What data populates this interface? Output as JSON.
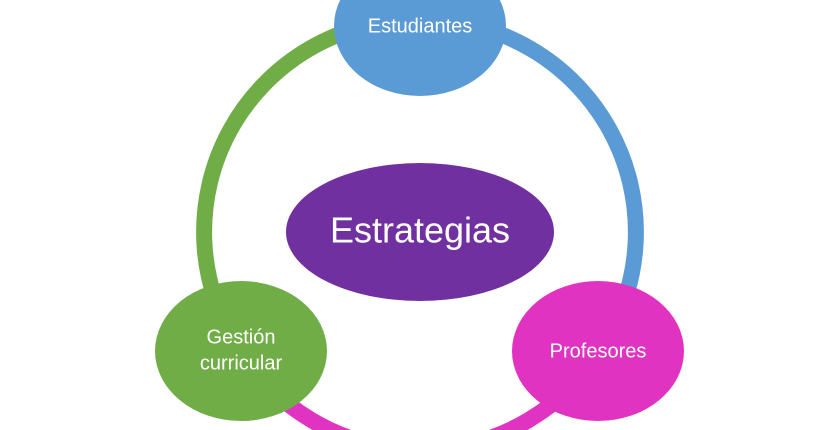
{
  "diagram": {
    "center": {
      "label": "Estrategias",
      "color": "#7030a0"
    },
    "nodes": [
      {
        "id": "estudiantes",
        "lines": [
          "Estudiantes"
        ],
        "color": "#5b9bd5"
      },
      {
        "id": "profesores",
        "lines": [
          "Profesores"
        ],
        "color": "#e033c1"
      },
      {
        "id": "gestion",
        "lines": [
          "Gestión",
          "curricular"
        ],
        "color": "#70ad47"
      }
    ],
    "arcs": [
      {
        "from": "estudiantes",
        "to": "profesores",
        "color": "#5b9bd5"
      },
      {
        "from": "profesores",
        "to": "gestion",
        "color": "#e033c1"
      },
      {
        "from": "gestion",
        "to": "estudiantes",
        "color": "#70ad47"
      }
    ]
  }
}
